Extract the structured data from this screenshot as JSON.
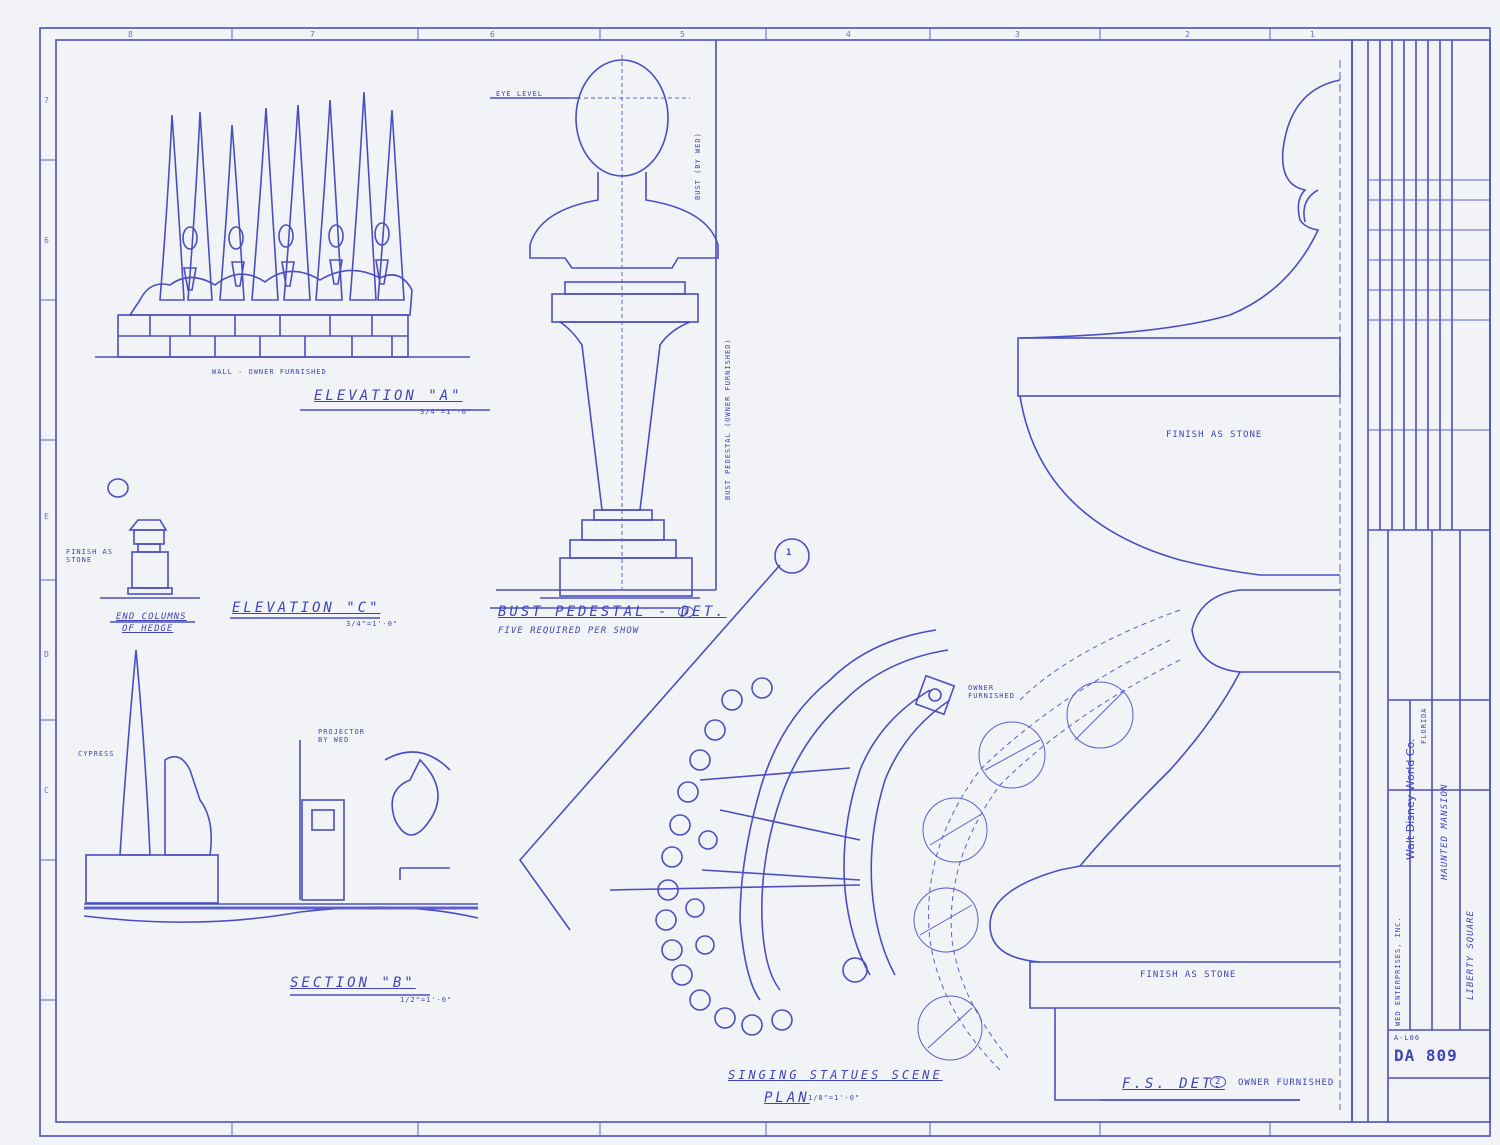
{
  "grid": {
    "top": [
      "8",
      "7",
      "6",
      "5",
      "4",
      "3",
      "2",
      "1"
    ],
    "side": [
      "7",
      "6",
      "E",
      "D",
      "C"
    ]
  },
  "labels": {
    "elevation_a": "ELEVATION \"A\"",
    "elevation_a_scale": "3/4\"=1'-0\"",
    "wall_note": "WALL - OWNER FURNISHED",
    "elevation_c": "ELEVATION \"C\"",
    "elevation_c_scale": "3/4\"=1'-0\"",
    "end_columns": "END COLUMNS",
    "of_hedge": "OF HEDGE",
    "finish_stone_c": "FINISH AS STONE",
    "bust_pedestal": "BUST PEDESTAL - DET.",
    "bust_pedestal_num": "1",
    "five_required": "FIVE REQUIRED PER SHOW",
    "eye_level": "EYE LEVEL",
    "bust_note": "BUST (BY WED)",
    "pedestal_note": "BUST PEDESTAL (OWNER FURNISHED)",
    "section_b": "SECTION \"B\"",
    "section_b_scale": "1/2\"=1'-0\"",
    "cypress": "CYPRESS",
    "projector": "PROJECTOR BY WED",
    "singing_statues": "SINGING STATUES SCENE",
    "plan": "PLAN",
    "plan_scale": "1/8\"=1'-0\"",
    "finish_stone_1": "FINISH AS STONE",
    "finish_stone_2": "FINISH AS STONE",
    "fs_det": "F.S. DET.",
    "fs_num": "2",
    "owner_furnished": "OWNER FURNISHED",
    "owner_furnished_plan": "OWNER FURNISHED",
    "detail_callout": "1"
  },
  "title_block": {
    "company": "WED ENTERPRISES, INC.",
    "client": "Walt Disney World Co.",
    "location": "FLORIDA",
    "project": "HAUNTED MANSION",
    "area": "LIBERTY SQUARE",
    "sheet_id": "DA 809",
    "sheet_prefix": "A-L06"
  },
  "colors": {
    "ink": "#4a4fc0",
    "paper": "#f2f3f7"
  }
}
